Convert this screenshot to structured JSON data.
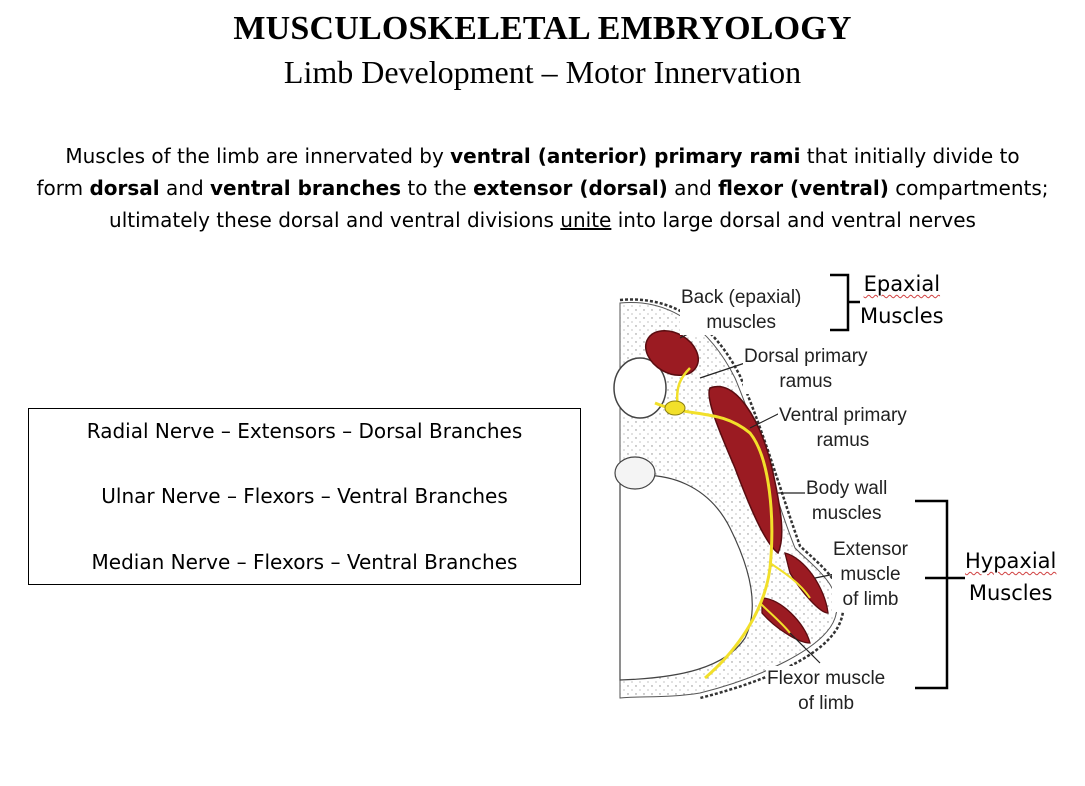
{
  "header": {
    "title": "MUSCULOSKELETAL EMBRYOLOGY",
    "subtitle": "Limb Development – Motor Innervation"
  },
  "intro": {
    "line1_pre": "Muscles of the limb are innervated by ",
    "line1_bold": "ventral (anterior) primary rami",
    "line1_post": " that initially divide to",
    "line2_pre": "form ",
    "line2_b1": "dorsal",
    "line2_m1": " and ",
    "line2_b2": "ventral branches",
    "line2_m2": " to the ",
    "line2_b3": "extensor (dorsal)",
    "line2_m3": " and ",
    "line2_b4": "flexor (ventral)",
    "line2_post": " compartments;",
    "line3_pre": "ultimately these dorsal and ventral divisions ",
    "line3_u": "unite",
    "line3_post": " into large dorsal and ventral nerves"
  },
  "nerves": [
    "Radial Nerve – Extensors – Dorsal Branches",
    "Ulnar Nerve – Flexors – Ventral Branches",
    "Median Nerve – Flexors – Ventral Branches"
  ],
  "diagram": {
    "labels": {
      "back_1": "Back (epaxial)",
      "back_2": "muscles",
      "dorsal_1": "Dorsal primary",
      "dorsal_2": "ramus",
      "ventral_1": "Ventral primary",
      "ventral_2": "ramus",
      "bodywall_1": "Body wall",
      "bodywall_2": "muscles",
      "extensor_1": "Extensor",
      "extensor_2": "muscle",
      "extensor_3": "of limb",
      "flexor_1": "Flexor muscle",
      "flexor_2": "of limb"
    },
    "groups": {
      "epaxial_1": "Epaxial",
      "epaxial_2": "Muscles",
      "hypaxial_1": "Hypaxial",
      "hypaxial_2": "Muscles"
    },
    "colors": {
      "muscle": "#9b1b22",
      "nerve": "#f2e02a",
      "tissue": "#f4f4f4"
    }
  }
}
